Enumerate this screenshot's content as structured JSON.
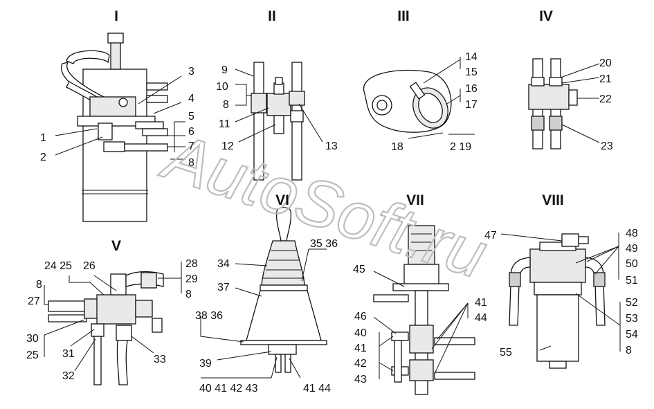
{
  "sections": [
    {
      "id": "I",
      "label": "I"
    },
    {
      "id": "II",
      "label": "II"
    },
    {
      "id": "III",
      "label": "III"
    },
    {
      "id": "IV",
      "label": "IV"
    },
    {
      "id": "V",
      "label": "V"
    },
    {
      "id": "VI",
      "label": "VI"
    },
    {
      "id": "VII",
      "label": "VII"
    },
    {
      "id": "VIII",
      "label": "VIII"
    }
  ],
  "callouts": [
    "3",
    "4",
    "5",
    "6",
    "7",
    "8",
    "1",
    "2",
    "9",
    "10",
    "8",
    "11",
    "12",
    "13",
    "14",
    "15",
    "16",
    "17",
    "18",
    "2 19",
    "20",
    "21",
    "22",
    "23",
    "24 25",
    "26",
    "8",
    "27",
    "28",
    "29",
    "8",
    "30",
    "25",
    "31",
    "32",
    "33",
    "34",
    "35 36",
    "37",
    "38 36",
    "39",
    "40 41 42 43",
    "41 44",
    "45",
    "41",
    "44",
    "46",
    "40",
    "41",
    "42",
    "43",
    "47",
    "48",
    "49",
    "50",
    "51",
    "52",
    "53",
    "54",
    "8",
    "55"
  ],
  "watermark": "AutoSoft.ru"
}
